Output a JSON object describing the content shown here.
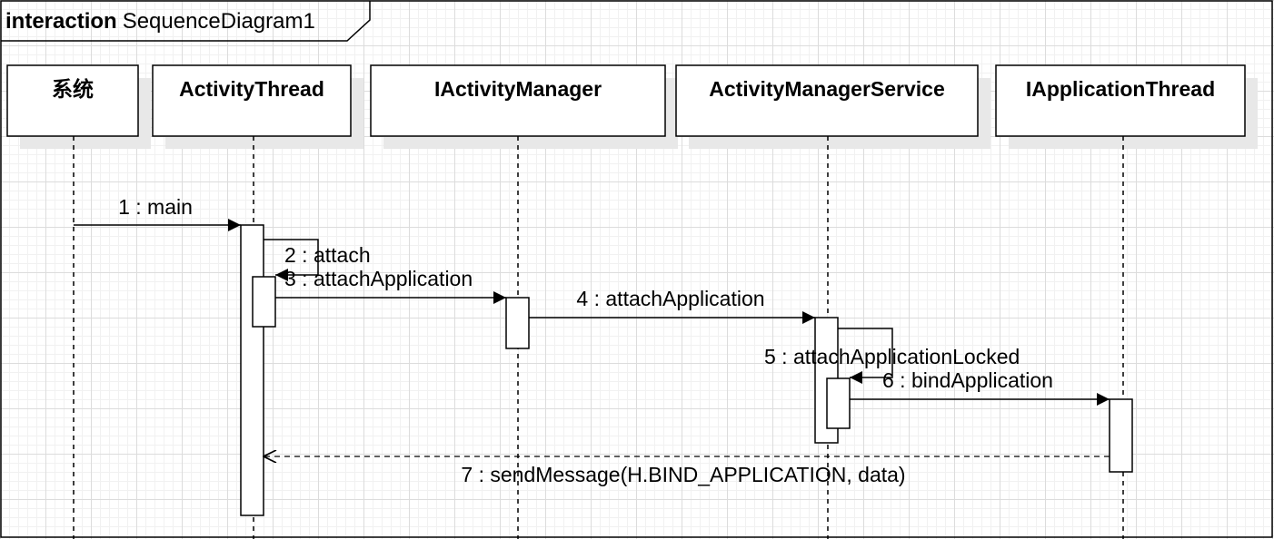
{
  "frame": {
    "keyword": "interaction",
    "name": "SequenceDiagram1"
  },
  "lifelines": [
    {
      "id": "sys",
      "label": "系统"
    },
    {
      "id": "at",
      "label": "ActivityThread"
    },
    {
      "id": "iam",
      "label": "IActivityManager"
    },
    {
      "id": "ams",
      "label": "ActivityManagerService"
    },
    {
      "id": "iat",
      "label": "IApplicationThread"
    }
  ],
  "messages": [
    {
      "id": "m1",
      "label": "1 : main",
      "kind": "sync"
    },
    {
      "id": "m2",
      "label": "2 : attach",
      "kind": "self"
    },
    {
      "id": "m3",
      "label": "3 : attachApplication",
      "kind": "sync"
    },
    {
      "id": "m4",
      "label": "4 : attachApplication",
      "kind": "sync"
    },
    {
      "id": "m5",
      "label": "5 : attachApplicationLocked",
      "kind": "self"
    },
    {
      "id": "m6",
      "label": "6 : bindApplication",
      "kind": "sync"
    },
    {
      "id": "m7",
      "label": "7 : sendMessage(H.BIND_APPLICATION, data)",
      "kind": "return"
    }
  ],
  "colors": {
    "line": "#000000",
    "box_fill": "#ffffff",
    "shadow": "#e8e8e8"
  }
}
